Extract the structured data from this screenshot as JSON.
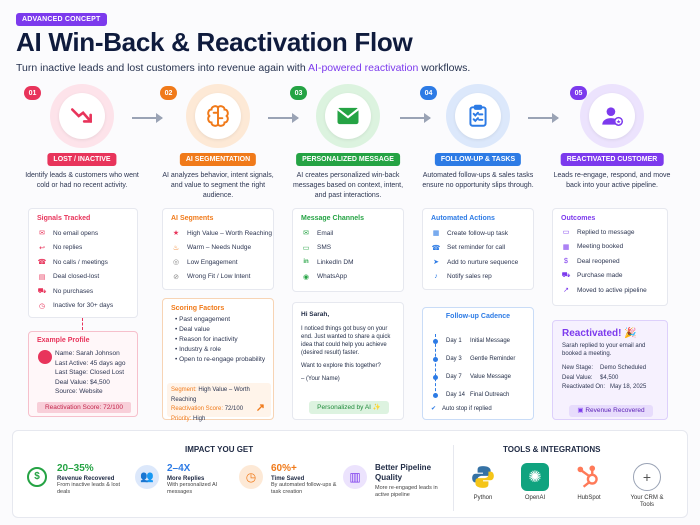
{
  "header": {
    "badge": "ADVANCED CONCEPT",
    "title": "AI Win-Back & Reactivation Flow",
    "subtitle_pre": "Turn inactive leads and lost customers into revenue again with ",
    "subtitle_hl": "AI-powered reactivation",
    "subtitle_post": " workflows."
  },
  "steps": [
    {
      "num": "01",
      "label": "LOST / INACTIVE",
      "desc": "Identify leads & customers who went cold or had no recent activity.",
      "color": "#e8345b",
      "icon": "trend-down-icon"
    },
    {
      "num": "02",
      "label": "AI SEGMENTATION",
      "desc": "AI analyzes behavior, intent signals, and value to segment the right audience.",
      "color": "#f07a1a",
      "icon": "brain-icon"
    },
    {
      "num": "03",
      "label": "PERSONALIZED MESSAGE",
      "desc": "AI creates personalized win-back messages based on context, intent, and past interactions.",
      "color": "#25a344",
      "icon": "envelope-icon"
    },
    {
      "num": "04",
      "label": "FOLLOW-UP & TASKS",
      "desc": "Automated follow-ups & sales tasks ensure no opportunity slips through.",
      "color": "#2d7be5",
      "icon": "clipboard-icon"
    },
    {
      "num": "05",
      "label": "REACTIVATED CUSTOMER",
      "desc": "Leads re-engage, respond, and move back into your active pipeline.",
      "color": "#7c3aed",
      "icon": "user-star-icon"
    }
  ],
  "signals": {
    "title": "Signals Tracked",
    "items": [
      "No email opens",
      "No replies",
      "No calls / meetings",
      "Deal closed-lost",
      "No purchases",
      "Inactive for 30+ days"
    ]
  },
  "profile": {
    "title": "Example Profile",
    "rows": [
      {
        "k": "Name:",
        "v": "Sarah Johnson"
      },
      {
        "k": "Last Active:",
        "v": "45 days ago"
      },
      {
        "k": "Last Stage:",
        "v": "Closed Lost"
      },
      {
        "k": "Deal Value:",
        "v": "$4,500"
      },
      {
        "k": "Source:",
        "v": "Website"
      }
    ],
    "score": "Reactivation Score: 72/100"
  },
  "segments": {
    "title": "AI Segments",
    "items": [
      "High Value – Worth Reaching",
      "Warm – Needs Nudge",
      "Low Engagement",
      "Wrong Fit / Low Intent"
    ]
  },
  "scoring": {
    "title": "Scoring Factors",
    "items": [
      "Past engagement",
      "Deal value",
      "Reason for inactivity",
      "Industry & role",
      "Open to re-engage probability"
    ],
    "seg_k": "Segment:",
    "seg_v": "High Value – Worth Reaching",
    "score_k": "Reactivation Score:",
    "score_v": "72/100",
    "prio_k": "Priority:",
    "prio_v": "High"
  },
  "channels": {
    "title": "Message Channels",
    "items": [
      "Email",
      "SMS",
      "LinkedIn DM",
      "WhatsApp"
    ]
  },
  "message": {
    "greet": "Hi Sarah,",
    "body": "I noticed things got busy on your end. Just wanted to share a quick idea that could help you achieve (desired result) faster.",
    "ask": "Want to explore this together?",
    "sign": "– (Your Name)",
    "tag": "Personalized by AI ✨"
  },
  "actions": {
    "title": "Automated Actions",
    "items": [
      "Create follow-up task",
      "Set reminder for call",
      "Add to nurture sequence",
      "Notify sales rep"
    ]
  },
  "cadence": {
    "title": "Follow-up Cadence",
    "items": [
      {
        "d": "Day 1",
        "t": "Initial Message"
      },
      {
        "d": "Day 3",
        "t": "Gentle Reminder"
      },
      {
        "d": "Day 7",
        "t": "Value Message"
      },
      {
        "d": "Day 14",
        "t": "Final Outreach"
      }
    ],
    "stop": "Auto stop if replied"
  },
  "outcomes": {
    "title": "Outcomes",
    "items": [
      "Replied to message",
      "Meeting booked",
      "Deal reopened",
      "Purchase made",
      "Moved to active pipeline"
    ]
  },
  "reactivated": {
    "title": "Reactivated! 🎉",
    "desc": "Sarah replied to your email and booked a meeting.",
    "rows": [
      {
        "k": "New Stage:",
        "v": "Demo Scheduled"
      },
      {
        "k": "Deal Value:",
        "v": "$4,500"
      },
      {
        "k": "Reactivated On:",
        "v": "May 18, 2025"
      }
    ],
    "tag": "Revenue Recovered"
  },
  "impact": {
    "title": "IMPACT YOU GET",
    "items": [
      {
        "num": "20–35%",
        "label": "Revenue Recovered",
        "sub": "From inactive leads & lost deals",
        "color": "#25a344"
      },
      {
        "num": "2–4X",
        "label": "More Replies",
        "sub": "With personalized AI messages",
        "color": "#2d7be5"
      },
      {
        "num": "60%+",
        "label": "Time Saved",
        "sub": "By automated follow-ups & task creation",
        "color": "#f07a1a"
      },
      {
        "num": "Better Pipeline Quality",
        "label": "",
        "sub": "More re-engaged leads in active pipeline",
        "color": "#1f2a44"
      }
    ]
  },
  "tools": {
    "title": "TOOLS & INTEGRATIONS",
    "items": [
      "Python",
      "OpenAI",
      "HubSpot",
      "Your CRM & Tools"
    ]
  }
}
